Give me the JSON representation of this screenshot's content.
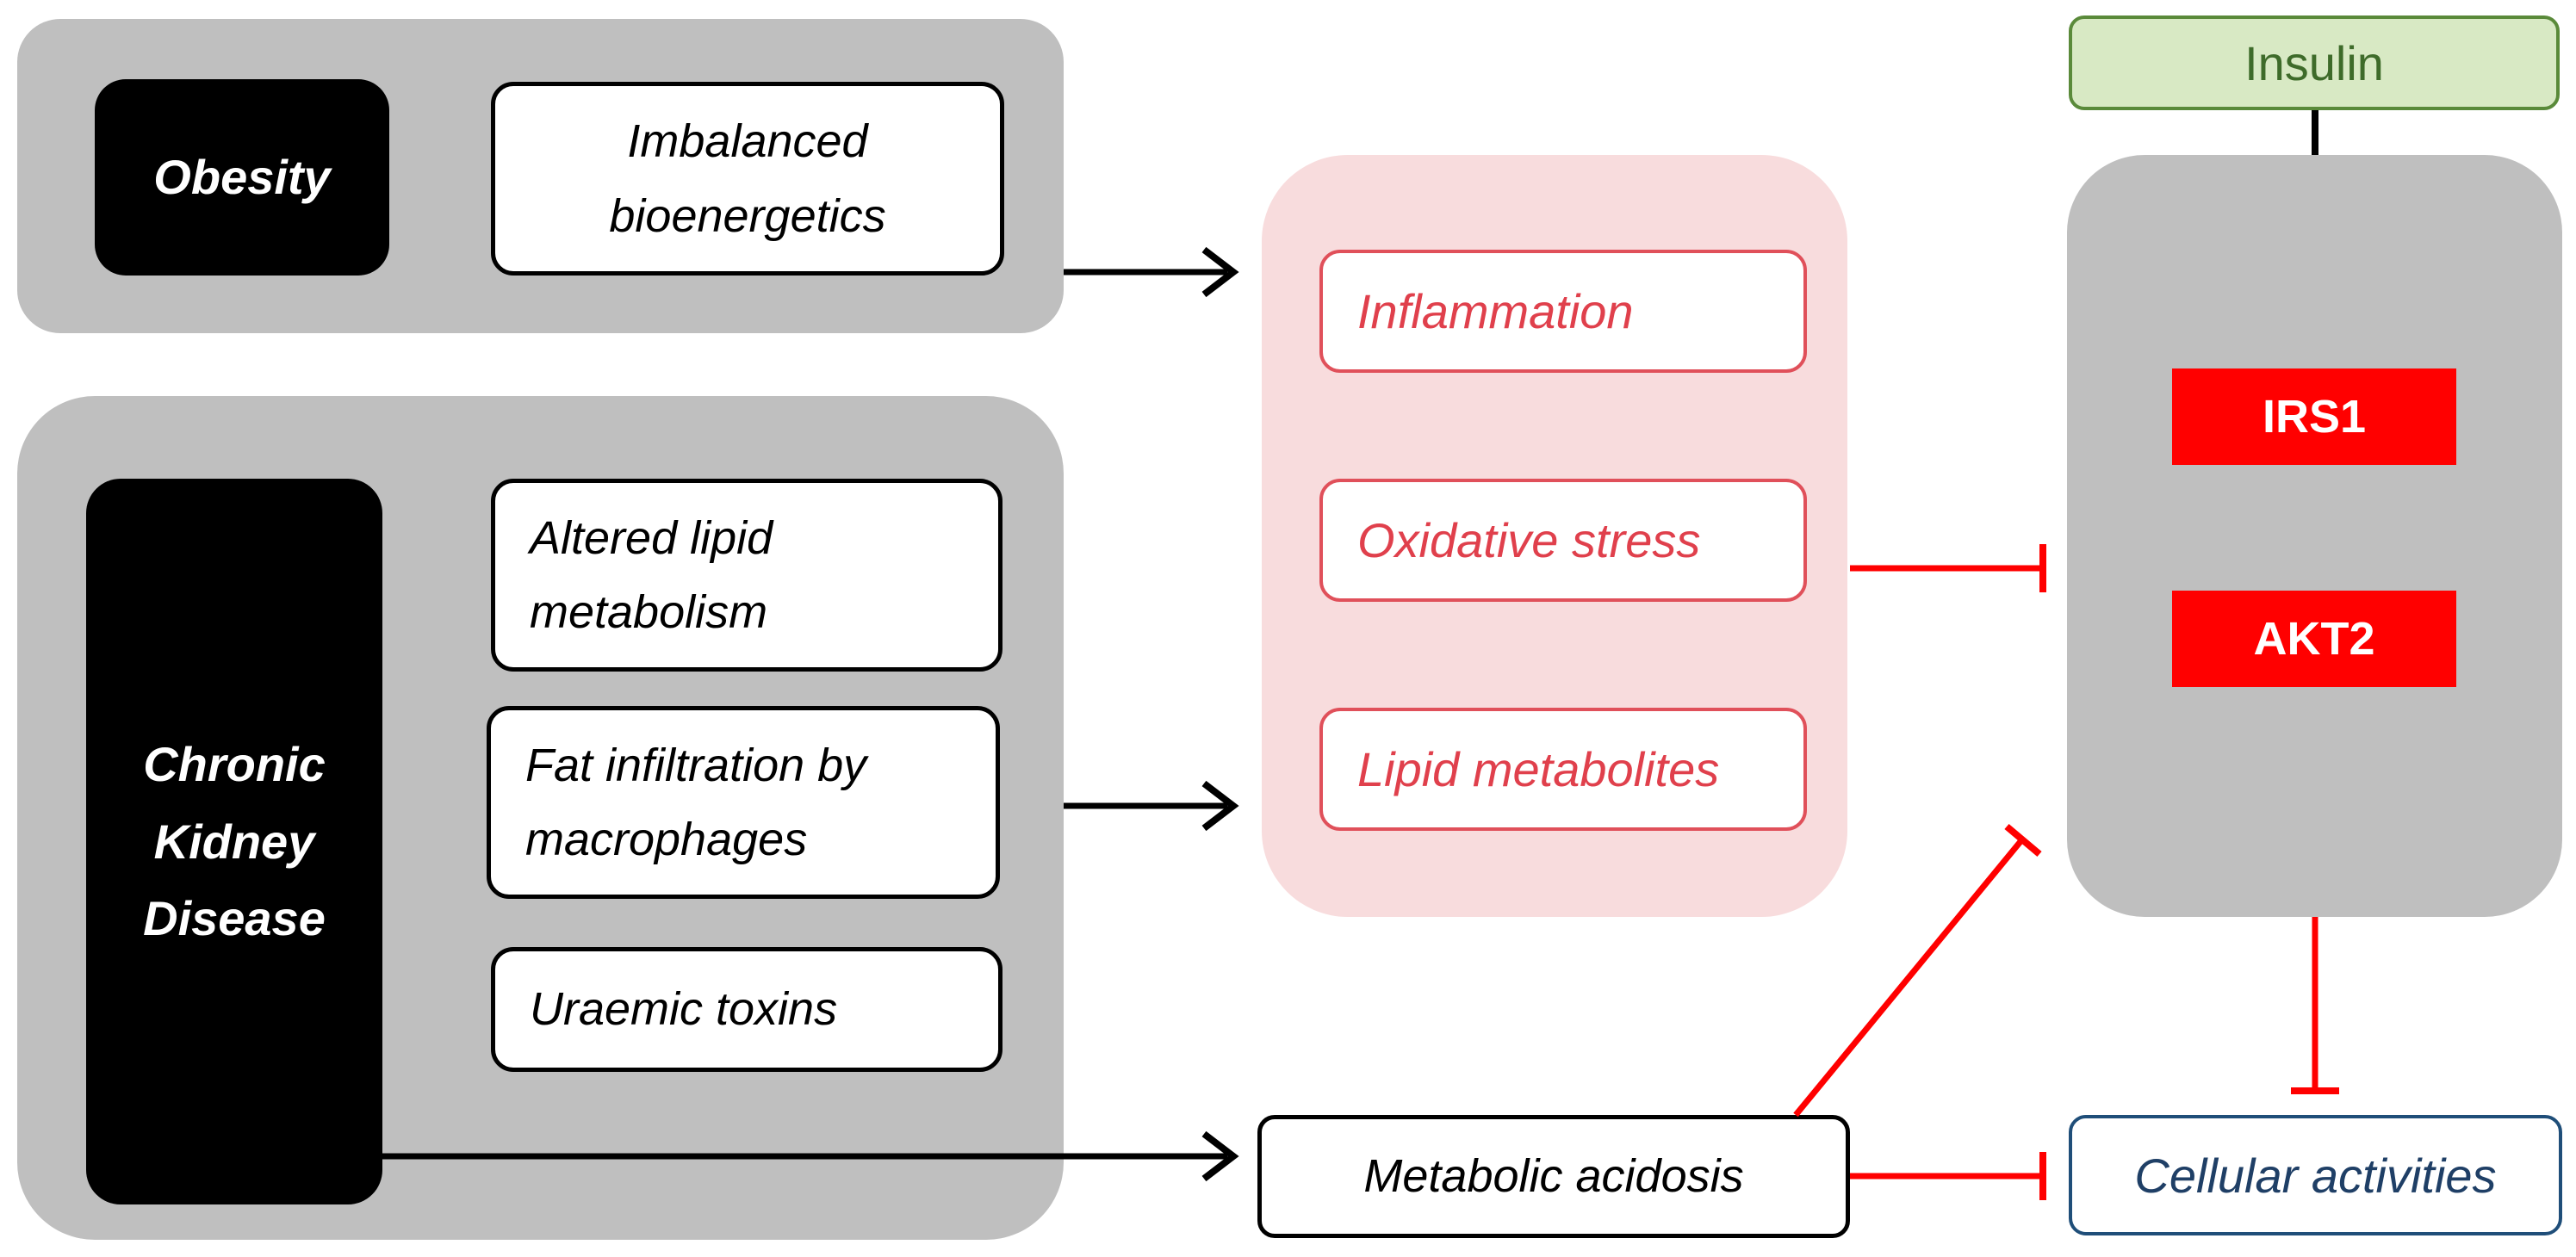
{
  "obesity_group": {
    "label": "Obesity",
    "factor": "Imbalanced\nbioenergetics"
  },
  "ckd_group": {
    "label": "Chronic\nKidney\nDisease",
    "factors": [
      "Altered lipid\nmetabolism",
      "Fat infiltration by\nmacrophages",
      "Uraemic toxins"
    ]
  },
  "mediators": [
    "Inflammation",
    "Oxidative stress",
    "Lipid metabolites"
  ],
  "metabolic_acidosis": "Metabolic acidosis",
  "insulin": "Insulin",
  "signaling": [
    "IRS1",
    "AKT2"
  ],
  "cellular_activities": "Cellular activities",
  "colors": {
    "panel_gray": "#bfbfbf",
    "pink_panel": "#f8dcdd",
    "mediator_text": "#e0404c",
    "inhibition_red": "#ff0000",
    "insulin_fill": "#d8e9c4",
    "insulin_border": "#5a8a3a",
    "cellular_border": "#1f4e79",
    "cellular_text": "#1f3f66"
  }
}
